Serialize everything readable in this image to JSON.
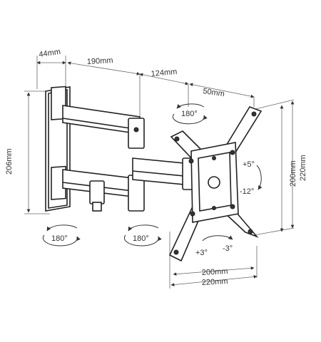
{
  "dimensions": {
    "depth_wall": "44mm",
    "arm_length": "190mm",
    "arm_second": "124mm",
    "plate_offset": "50mm",
    "wall_height": "206mm",
    "vesa_height_inner": "200mm",
    "vesa_height_outer": "220mm",
    "vesa_width_inner": "200mm",
    "vesa_width_outer": "220mm"
  },
  "angles": {
    "swivel_top": "180°",
    "swivel_left": "180°",
    "swivel_mid": "180°",
    "tilt_up": "+5°",
    "tilt_down": "-12°",
    "level_plus": "+3°",
    "level_minus": "-3°"
  }
}
